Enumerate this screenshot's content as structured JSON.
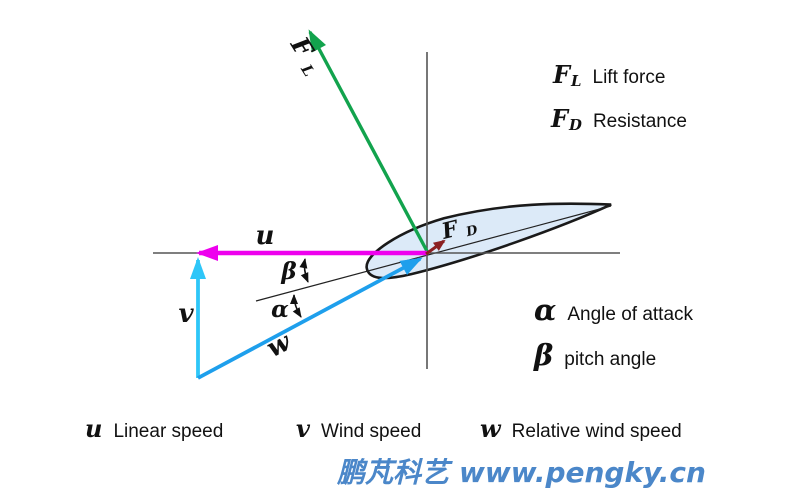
{
  "figure": {
    "labels": {
      "fl": {
        "main": "F",
        "sub": "L"
      },
      "fd": {
        "main": "F",
        "sub": "D"
      },
      "u": "u",
      "v": "v",
      "w": "w",
      "alpha": "α",
      "beta": "β"
    }
  },
  "legend": {
    "lift": {
      "sym_main": "F",
      "sym_sub": "L",
      "text": "Lift force"
    },
    "drag": {
      "sym_main": "F",
      "sym_sub": "D",
      "text": "Resistance"
    },
    "attack": {
      "sym": "α",
      "text": "Angle of attack"
    },
    "pitch": {
      "sym": "β",
      "text": "pitch angle"
    },
    "linear": {
      "sym": "u",
      "text": "Linear speed"
    },
    "wind": {
      "sym": "v",
      "text": "Wind speed"
    },
    "relative": {
      "sym": "w",
      "text": "Relative wind speed"
    }
  },
  "watermark": {
    "brand": "鹏芃科艺",
    "site": "www.pengky.cn",
    "color": "#4B87C9"
  },
  "colors": {
    "lift": "#12A34D",
    "drag": "#8B2022",
    "u": "#EE00EE",
    "v": "#2EC6F8",
    "w": "#1E9FEC",
    "axis": "#555555",
    "angle_arrow": "#111111",
    "chord": "#222222",
    "airfoil_fill": "#DCEAF8",
    "airfoil_stroke": "#1A1A1A"
  }
}
